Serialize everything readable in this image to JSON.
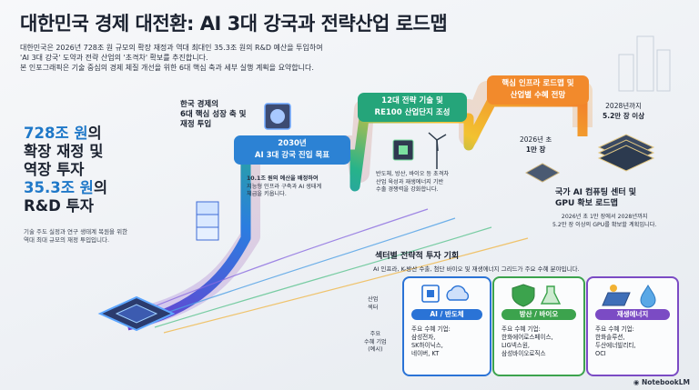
{
  "title": "대한민국 경제 대전환: AI 3대 강국과 전략산업 로드맵",
  "intro": [
    "대한민국은 2026년 728조 원 규모의 확장 재정과 역대 최대인 35.3조 원의 R&D 예산을 투입하여",
    "'AI 3대 강국' 도약과 전략 산업의 '초격차' 확보를 추진합니다.",
    "본 인포그래픽은 기술 중심의 경제 체질 개선을 위한 6대 핵심 축과 세부 실행 계획을 요약합니다."
  ],
  "bigstat": {
    "line1_num": "728조 원",
    "line1_suffix": "의",
    "line2": "확장 재정 및",
    "line3": "역장 투자",
    "line4_num": "35.3조 원",
    "line4_suffix": "의",
    "line5": "R&D 투자",
    "note1": "기술 주도 실정과 연구 생태계 복원을 위한",
    "note2": "역대 최대 규모의 재정 투입입니다."
  },
  "growth": {
    "line1": "한국 경제의",
    "line2": "6대 핵심 성장 축 및",
    "line3": "재정 투입"
  },
  "goal": {
    "line1": "2030년",
    "line2": "AI 3대 강국 진입 목표"
  },
  "goal_note": {
    "line1": "10.1조 원의 예산을 배정하여",
    "line2": "지능형 인프라 구축과 AI 생태계",
    "line3": "체급을 키웁니다."
  },
  "tech": {
    "line1": "12대 전략 기술 및",
    "line2": "RE100 산업단지 조성"
  },
  "tech_note": {
    "line1": "반도체, 방산, 바이오 등 초격차",
    "line2": "산업 육성과 재생에너지 기반",
    "line3": "수출 경쟁력을 강화합니다."
  },
  "roadmap": {
    "line1": "핵심 인프라 로드맵 및",
    "line2": "산업별 수혜 전망"
  },
  "gpu2026": {
    "line1": "2026년 초",
    "line2": "1만 장"
  },
  "gpu2028": {
    "line1": "2028년까지",
    "line2": "5.2만 장 이상"
  },
  "center": {
    "line1": "국가 AI 컴퓨팅 센터 및",
    "line2": "GPU 확보 로드맵"
  },
  "center_note": {
    "line1": "2026년 초 1만 장에서 2028년까지",
    "line2": "5.2만 장 이상의 GPU를 확보할 계획입니다."
  },
  "sector": {
    "title": "섹터별 전략적 투자 기회",
    "subtitle": "AI 인프라, K-방산 수출, 첨단 바이오 및 재생에너지 그리드가 주요 수혜 분야입니다.",
    "row_industry_1": "산업",
    "row_industry_2": "섹터",
    "row_company_1": "주요",
    "row_company_2": "수혜 기업",
    "row_company_3": "(예시)",
    "cards": [
      {
        "name": "AI / 반도체",
        "label": "주요 수혜 기업:",
        "c1": "삼성전자,",
        "c2": "SK하이닉스,",
        "c3": "네이버, KT",
        "color": "#2a73d6"
      },
      {
        "name": "방산 / 바이오",
        "label": "주요 수혜 기업:",
        "c1": "한화에어로스페이스,",
        "c2": "LIG넥스원,",
        "c3": "삼성바이오로직스",
        "color": "#3ca34d"
      },
      {
        "name": "재생에너지",
        "label": "주요 수혜 기업:",
        "c1": "한화솔루션,",
        "c2": "두산에너빌리티,",
        "c3": "OCI",
        "color": "#7b4bc4"
      }
    ]
  },
  "logo": "NotebookLM",
  "colors": {
    "blue": "#1f78c8",
    "goal": "#2c82d4",
    "tech": "#25a57a",
    "roadmap": "#f28a2c"
  }
}
